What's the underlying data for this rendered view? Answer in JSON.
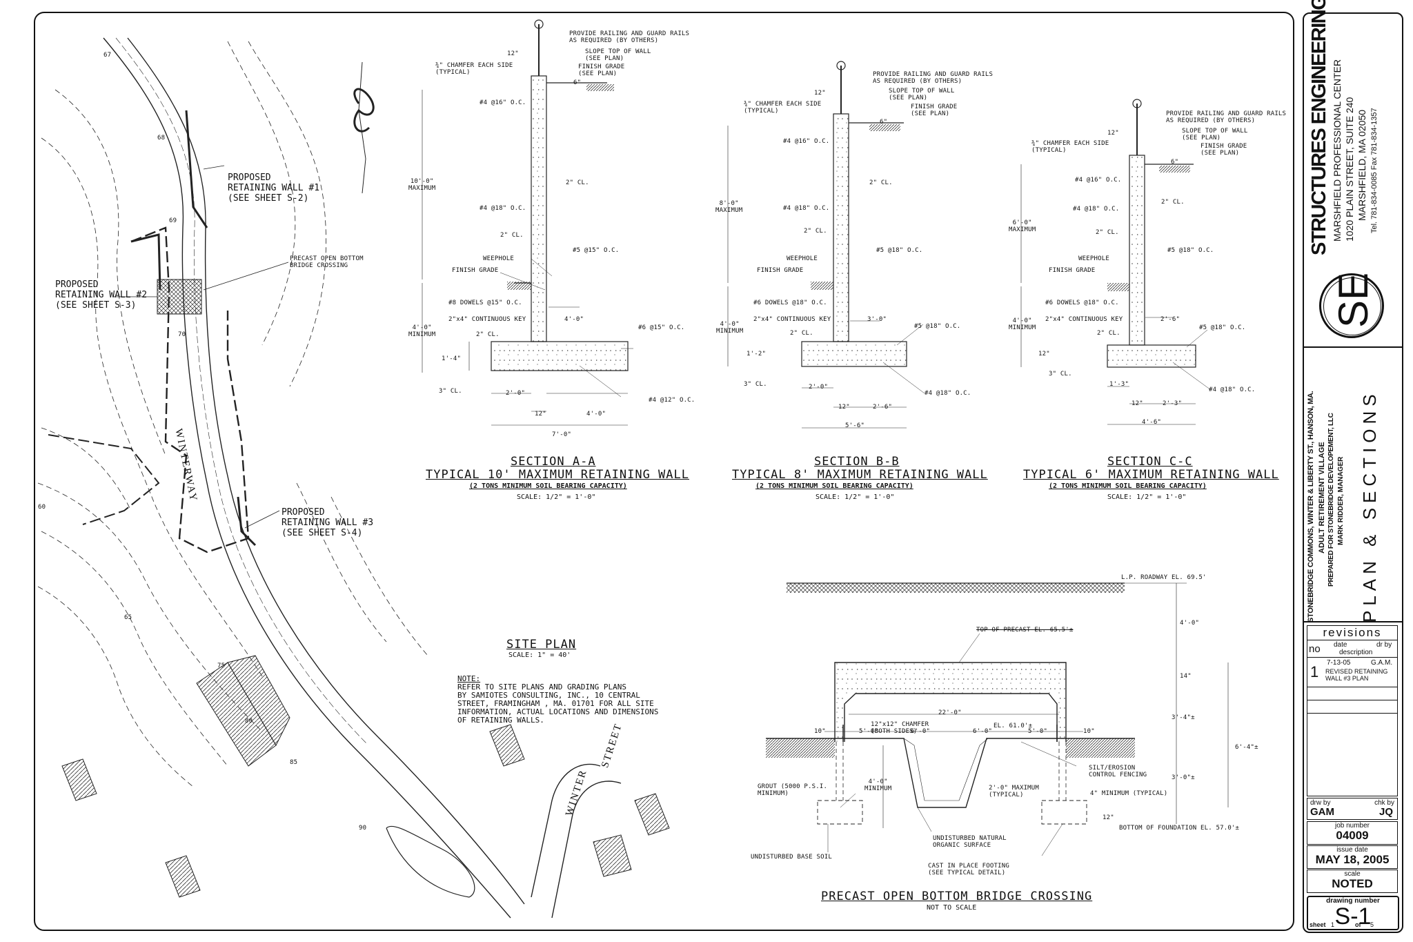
{
  "site_plan": {
    "title": "SITE PLAN",
    "scale": "SCALE: 1\" = 40'",
    "road_name": "WINTERWAY",
    "street_name_a": "WINTER",
    "street_name_b": "STREET",
    "wall1": "PROPOSED\nRETAINING WALL #1\n(SEE SHEET S-2)",
    "wall2": "PROPOSED\nRETAINING WALL #2\n(SEE SHEET S-3)",
    "wall3": "PROPOSED\nRETAINING WALL #3\n(SEE SHEET S-4)",
    "bridge": "PRECAST OPEN BOTTOM\nBRIDGE CROSSING",
    "note_head": "NOTE:",
    "note_body": "REFER TO SITE PLANS AND GRADING PLANS\nBY SAMIOTES CONSULTING, INC., 10 CENTRAL\nSTREET, FRAMINGHAM , MA. 01701 FOR ALL SITE\nINFORMATION, ACTUAL LOCATIONS AND DIMENSIONS\nOF RETAINING WALLS.",
    "contours": [
      "67",
      "68",
      "69",
      "70",
      "75",
      "80",
      "85",
      "90",
      "60",
      "65"
    ]
  },
  "sections": [
    {
      "title": "SECTION A-A",
      "subtitle": "TYPICAL 10' MAXIMUM RETAINING WALL",
      "note": "(2 TONS MINIMUM SOIL BEARING CAPACITY)",
      "scale": "SCALE: 1/2\" = 1'-0\"",
      "height": "10'-0\"\nMAXIMUM",
      "vert_bars": "#4 @16\" O.C.",
      "horiz_bars": "#4 @18\" O.C.",
      "main_bars": "#5 @15\" O.C.",
      "dowels": "#8 DOWELS @15\" O.C.",
      "footing_bars": "#6 @15\" O.C.",
      "bottom_bars": "#4 @12\" O.C.",
      "stem_dim": "4'-0\"",
      "toe": "2'-0\"",
      "heel": "4'-0\"",
      "width": "7'-0\"",
      "footing_t": "1'-4\""
    },
    {
      "title": "SECTION B-B",
      "subtitle": "TYPICAL 8' MAXIMUM RETAINING WALL",
      "note": "(2 TONS MINIMUM SOIL BEARING CAPACITY)",
      "scale": "SCALE: 1/2\" = 1'-0\"",
      "height": "8'-0\"\nMAXIMUM",
      "vert_bars": "#4 @16\" O.C.",
      "horiz_bars": "#4 @18\" O.C.",
      "main_bars": "#5 @18\" O.C.",
      "dowels": "#6 DOWELS @18\" O.C.",
      "footing_bars": "#5 @18\" O.C.",
      "bottom_bars": "#4 @18\" O.C.",
      "stem_dim": "3'-0\"",
      "toe": "2'-0\"",
      "heel": "2'-6\"",
      "width": "5'-6\"",
      "footing_t": "1'-2\""
    },
    {
      "title": "SECTION C-C",
      "subtitle": "TYPICAL 6' MAXIMUM RETAINING WALL",
      "note": "(2 TONS MINIMUM SOIL BEARING CAPACITY)",
      "scale": "SCALE: 1/2\" = 1'-0\"",
      "height": "6'-0\"\nMAXIMUM",
      "vert_bars": "#4 @16\" O.C.",
      "horiz_bars": "#4 @18\" O.C.",
      "main_bars": "#5 @18\" O.C.",
      "dowels": "#6 DOWELS @18\" O.C.",
      "footing_bars": "#5 @18\" O.C.",
      "bottom_bars": "#4 @18\" O.C.",
      "stem_dim": "2'-6\"",
      "toe": "1'-3\"",
      "heel": "2'-3\"",
      "width": "4'-6\"",
      "footing_t": "12\""
    }
  ],
  "section_common": {
    "railing": "PROVIDE RAILING AND GUARD RAILS\nAS REQUIRED (BY OTHERS)",
    "slope": "SLOPE TOP OF WALL\n(SEE PLAN)",
    "finish_grade_r": "FINISH GRADE\n(SEE PLAN)",
    "chamfer": "¾\" CHAMFER EACH SIDE\n(TYPICAL)",
    "top12": "12\"",
    "six": "6\"",
    "cl2": "2\" CL.",
    "cl3": "3\" CL.",
    "weephole": "WEEPHOLE",
    "finish_grade": "FINISH GRADE",
    "key": "2\"x4\" CONTINUOUS KEY",
    "min": "4'-0\"\nMINIMUM",
    "twelve": "12\""
  },
  "bridge": {
    "title": "PRECAST OPEN BOTTOM BRIDGE CROSSING",
    "scale": "NOT TO SCALE",
    "roadway": "L.P. ROADWAY EL. 69.5'",
    "top_precast": "TOP OF PRECAST EL. 65.5'±",
    "chamfer": "12\"x12\" CHAMFER\n(BOTH SIDES)",
    "el61": "EL. 61.0'±",
    "span": "22'-0\"",
    "d10": "10\"",
    "d5": "5'-0\"",
    "d6": "6'-0\"",
    "h4": "4'-0\"",
    "h14": "14\"",
    "h3_4": "3'-4\"±",
    "h6_4": "6'-4\"±",
    "h3_0": "3'-0\"±",
    "silt": "SILT/EROSION\nCONTROL FENCING",
    "grout": "GROUT (5000 P.S.I.\nMINIMUM)",
    "min4": "4'-0\"\nMINIMUM",
    "max2": "2'-0\" MAXIMUM\n(TYPICAL)",
    "min4in": "4\" MINIMUM (TYPICAL)",
    "d12": "12\"",
    "bottom_found": "BOTTOM OF FOUNDATION EL. 57.0'±",
    "undisturbed_nat": "UNDISTURBED NATURAL\nORGANIC SURFACE",
    "undisturbed_base": "UNDISTURBED BASE SOIL",
    "cast": "CAST IN PLACE FOOTING\n(SEE TYPICAL DETAIL)"
  },
  "title_block": {
    "firm": "STRUCTURES ENGINEERING",
    "addr1": "MARSHFIELD PROFESSIONAL CENTER",
    "addr2": "1020 PLAIN STREET, SUITE 240",
    "addr3": "MARSHFIELD, MA 02050",
    "phone": "Tel. 781-834-0085  Fax 781-834-1357",
    "logo": "SE",
    "project1": "STONEBRIDGE COMMONS, WINTER & LIBERTY ST., HANSON, MA.",
    "project2": "ADULT RETIREMENT VILLAGE",
    "project3": "PREPARED FOR STONEBRIDGE DEVELOPEMENT, LLC",
    "project4": "MARK RIDDER, MANAGER",
    "sheet_title": "PLAN  &  SECTIONS",
    "revisions": "revisions",
    "rev_no": "no",
    "rev_date_h": "date",
    "rev_drby_h": "dr by",
    "rev_desc_h": "description",
    "rev1_no": "1",
    "rev1_date": "7-13-05",
    "rev1_by": "G.A.M.",
    "rev1_desc": "REVISED RETAINING\nWALL #3 PLAN",
    "drw_by_h": "drw by",
    "chk_by_h": "chk by",
    "drw_by": "GAM",
    "chk_by": "JQ",
    "job_h": "job number",
    "job": "04009",
    "issue_h": "issue date",
    "issue": "MAY 18, 2005",
    "scale_h": "scale",
    "scale": "NOTED",
    "dwg_h": "drawing number",
    "dwg": "S-1",
    "sheet_word": "sheet",
    "sheet_no": "1",
    "of_word": "of",
    "sheet_total": "5"
  }
}
